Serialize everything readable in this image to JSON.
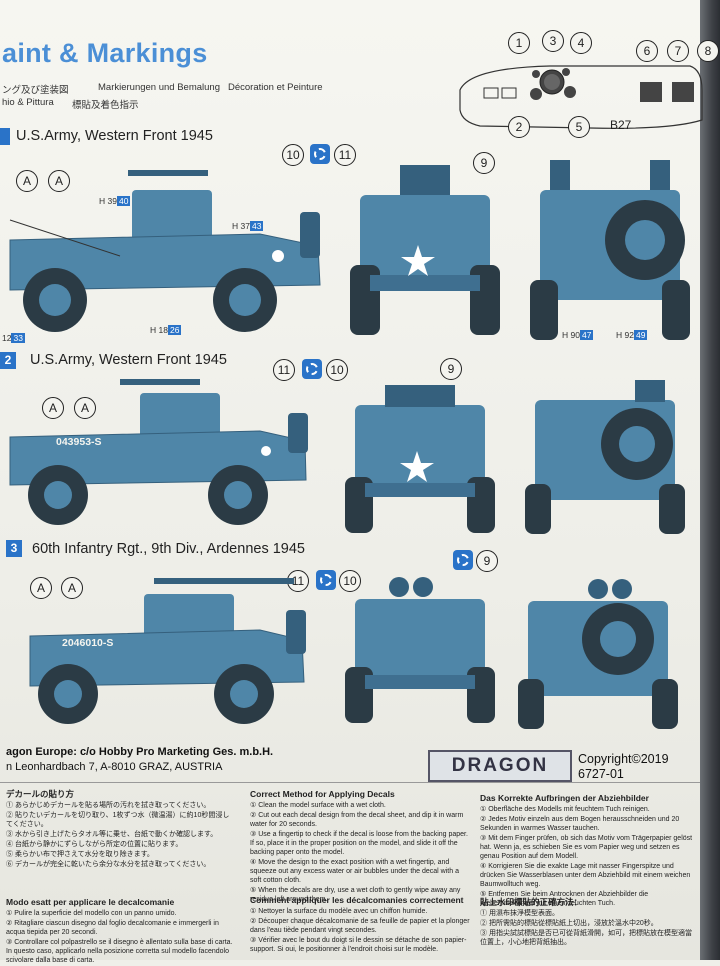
{
  "header": {
    "title": "aint & Markings",
    "subtitle_ja": "ング及び塗装図",
    "subtitle_de": "Markierungen und Bemalung",
    "subtitle_fr": "Décoration et Peinture",
    "subtitle_it": "hio & Pittura",
    "subtitle_zh": "標貼及着色指示"
  },
  "dashboard": {
    "callouts": [
      "1",
      "2",
      "3",
      "4",
      "5",
      "6",
      "7",
      "8"
    ],
    "label": "B27"
  },
  "schemes": [
    {
      "number": "",
      "title": "U.S.Army, Western Front 1945",
      "side_callouts": [
        "A",
        "A"
      ],
      "callouts": [
        "10",
        "11",
        "9"
      ],
      "height_labels": [
        {
          "prefix": "H",
          "a": "39",
          "b": "40"
        },
        {
          "prefix": "H",
          "a": "37",
          "b": "43"
        },
        {
          "prefix": "",
          "a": "12",
          "b": "33"
        },
        {
          "prefix": "H",
          "a": "18",
          "b": "26"
        },
        {
          "prefix": "H",
          "a": "90",
          "b": "47"
        },
        {
          "prefix": "H",
          "a": "92",
          "b": "49"
        }
      ]
    },
    {
      "number": "2",
      "title": "U.S.Army, Western Front 1945",
      "serial": "043953-S",
      "side_callouts": [
        "A",
        "A"
      ],
      "callouts": [
        "11",
        "10",
        "9"
      ]
    },
    {
      "number": "3",
      "title": "60th Infantry Rgt., 9th Div., Ardennes 1945",
      "serial": "2046010-S",
      "side_callouts": [
        "A",
        "A"
      ],
      "callouts": [
        "11",
        "10",
        "9"
      ]
    }
  ],
  "footer": {
    "company": "agon Europe: c/o Hobby Pro Marketing Ges. m.b.H.",
    "address": "n Leonhardbach 7, A-8010 GRAZ, AUSTRIA",
    "logo": "DRAGON",
    "copyright": "Copyright©2019",
    "code": "6727-01"
  },
  "instructions": {
    "ja_title": "デカールの貼り方",
    "ja_lines": [
      "① あらかじめデカールを貼る場所の汚れを拭き取ってください。",
      "② 貼りたいデカールを切り取り、1枚ずつ水（微温湯）に約10秒間浸してください。",
      "③ 水から引き上げたらタオル等に乗せ、台紙で動くか確認します。",
      "④ 台紙から静かにずらしながら所定の位置に貼ります。",
      "⑤ 柔らかい布で押さえて水分を取り除きます。",
      "⑥ デカールが完全に乾いたら余分な水分を拭き取ってください。"
    ],
    "en_title": "Correct Method for Applying Decals",
    "en_lines": [
      "① Clean the model surface with a wet cloth.",
      "② Cut out each decal design from the decal sheet, and dip it in warm water for 20 seconds.",
      "③ Use a fingertip to check if the decal is loose from the backing paper. If so, place it in the proper position on the model, and slide it off the backing paper onto the model.",
      "④ Move the design to the exact position with a wet fingertip, and squeeze out any excess water or air bubbles under the decal with a soft cotton cloth.",
      "⑤ When the decals are dry, use a wet cloth to gently wipe away any residue left around them."
    ],
    "de_title": "Das Korrekte Aufbringen der Abziehbilder",
    "de_lines": [
      "① Oberfläche des Modells mit feuchtem Tuch reinigen.",
      "② Jedes Motiv einzeln aus dem Bogen herausschneiden und 20 Sekunden in warmes Wasser tauchen.",
      "③ Mit dem Finger prüfen, ob sich das Motiv vom Trägerpapier gelöst hat. Wenn ja, es schieben Sie es vom Papier weg und setzen es genau Position auf dem Modell.",
      "④ Korrigieren Sie die exakte Lage mit nasser Fingerspitze und drücken Sie Wasserblasen unter dem Abziehbild mit einem weichen Baumwolltuch weg.",
      "⑤ Entfernen Sie beim Antrocknen der Abziehbilder die Klebemittelränder mit einem feuchten Tuch."
    ],
    "it_title": "Modo esatt per applicare le decalcomanie",
    "it_lines": [
      "① Pulire la superficie del modello con un panno umido.",
      "② Ritagliare ciascun disegno dal foglio decalcomanie e immergerli in acqua tiepida per 20 secondi.",
      "③ Controllare col polpastrello se il disegno è allentato sulla base di carta. In questo caso, applicarlo nella posizione corretta sul modello facendolo scivolare dalla base di carta."
    ],
    "fr_title": "Comment appliquer les décalcomanies correctement",
    "fr_lines": [
      "① Nettoyer la surface du modèle avec un chiffon humide.",
      "② Découper chaque décalcomanie de sa feuille de papier et la plonger dans l'eau tiède pendant vingt secondes.",
      "③ Vérifier avec le bout du doigt si le dessin se détache de son papier-support. Si oui, le positionner à l'endroit choisi sur le modèle."
    ],
    "zh_title": "貼上水印標貼的正確方法：",
    "zh_lines": [
      "① 用濕布抹淨模型表面。",
      "② 把所需貼的標貼從標貼紙上切出，浸放於溫水中20秒。",
      "③ 用指尖試試標貼是否已可從背紙滑開，如可，把標貼放在模型適當位置上，小心地把背紙抽出。"
    ]
  },
  "colors": {
    "jeep_blue": "#4f86a8",
    "jeep_dark": "#35607d",
    "accent_blue": "#2a73c8",
    "title_blue": "#4b8fd6"
  }
}
